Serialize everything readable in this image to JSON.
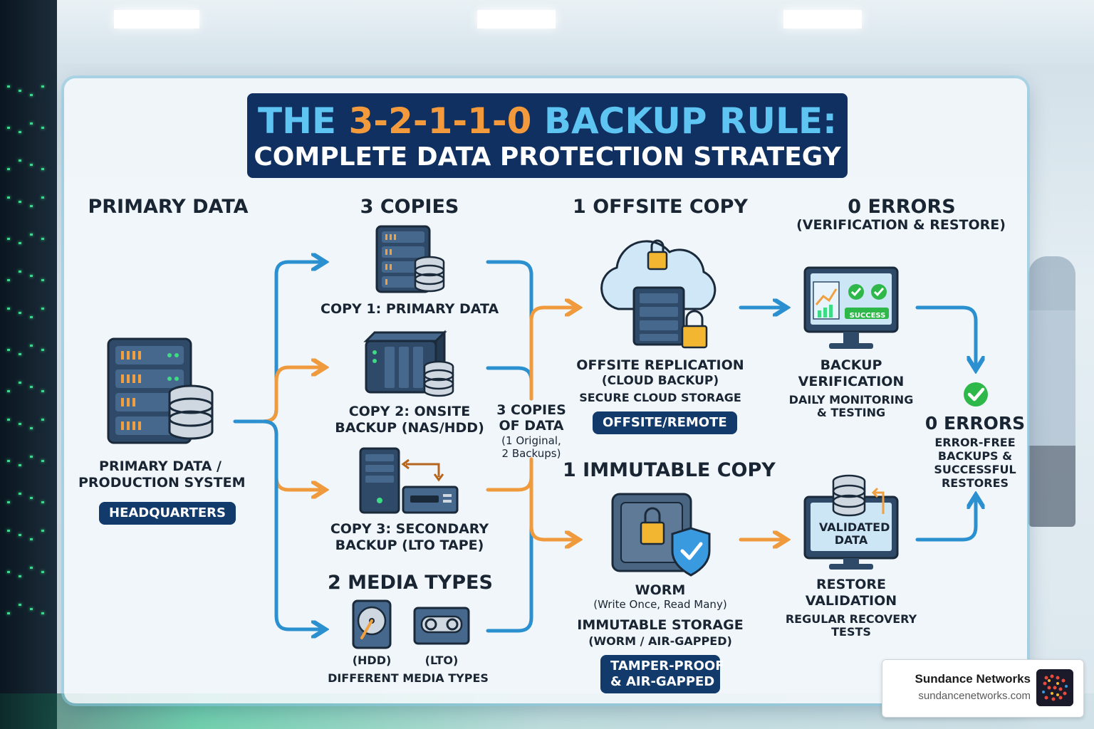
{
  "title": {
    "prefix": "THE ",
    "accent": "3-2-1-1-0",
    "suffix": " BACKUP RULE:",
    "subtitle": "COMPLETE DATA PROTECTION STRATEGY"
  },
  "primary": {
    "header": "PRIMARY DATA",
    "label_line1": "PRIMARY DATA /",
    "label_line2": "PRODUCTION SYSTEM",
    "badge": "HEADQUARTERS"
  },
  "copies": {
    "header": "3 COPIES",
    "copy1": "COPY 1: PRIMARY DATA",
    "copy2_line1": "COPY 2: ONSITE",
    "copy2_line2": "BACKUP (NAS/HDD)",
    "copy3_line1": "COPY 3: SECONDARY",
    "copy3_line2": "BACKUP (LTO TAPE)",
    "summary_line1": "3 COPIES",
    "summary_line2": "OF DATA",
    "summary_line3": "(1 Original,",
    "summary_line4": "2 Backups)"
  },
  "media": {
    "header": "2 MEDIA TYPES",
    "hdd": "(HDD)",
    "lto": "(LTO)",
    "caption": "DIFFERENT MEDIA TYPES"
  },
  "offsite": {
    "header": "1 OFFSITE COPY",
    "line1": "OFFSITE REPLICATION",
    "line2": "(CLOUD BACKUP)",
    "line3": "SECURE CLOUD STORAGE",
    "badge": "OFFSITE/REMOTE"
  },
  "immutable": {
    "header": "1 IMMUTABLE COPY",
    "line1": "WORM",
    "line2": "(Write Once, Read Many)",
    "line3": "IMMUTABLE STORAGE",
    "line4": "(WORM / AIR-GAPPED)",
    "badge_line1": "TAMPER-PROOF",
    "badge_line2": "& AIR-GAPPED"
  },
  "errors": {
    "header": "0 ERRORS",
    "subheader": "(VERIFICATION & RESTORE)",
    "verify_line1": "BACKUP",
    "verify_line2": "VERIFICATION",
    "verify_line3": "DAILY MONITORING",
    "verify_line4": "& TESTING",
    "screen_badge": "SUCCESS",
    "validated_line1": "VALIDATED",
    "validated_line2": "DATA",
    "restore_line1": "RESTORE",
    "restore_line2": "VALIDATION",
    "restore_line3": "REGULAR RECOVERY",
    "restore_line4": "TESTS",
    "result_header": "0 ERRORS",
    "result_line1": "ERROR-FREE",
    "result_line2": "BACKUPS &",
    "result_line3": "SUCCESSFUL",
    "result_line4": "RESTORES"
  },
  "brand": {
    "name": "Sundance Networks",
    "url": "sundancenetworks.com"
  },
  "colors": {
    "blue_arrow": "#2b90cf",
    "orange_arrow": "#f09a3e",
    "navy": "#0f3060",
    "title_blue": "#5ec4f2",
    "accent_orange": "#f39a3c",
    "success_green": "#2fb84a"
  }
}
